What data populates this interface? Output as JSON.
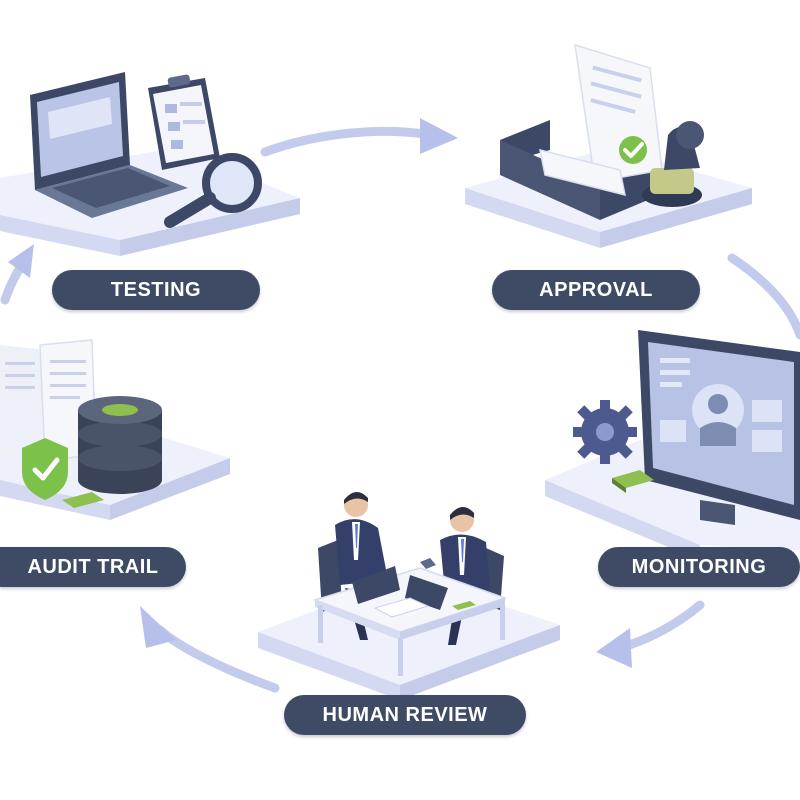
{
  "stages": [
    {
      "label": "TESTING"
    },
    {
      "label": "APPROVAL"
    },
    {
      "label": "MONITORING"
    },
    {
      "label": "HUMAN REVIEW"
    },
    {
      "label": "AUDIT TRAIL"
    }
  ],
  "colors": {
    "pill": "#3f4b65",
    "platform_top": "#eef1fb",
    "platform_side": "#c9d0ea",
    "device_dark": "#3c4866",
    "screen": "#b7c2e4",
    "paper": "#f6f7fb",
    "arrow": "#c7cfee",
    "check": "#7cc24a"
  }
}
